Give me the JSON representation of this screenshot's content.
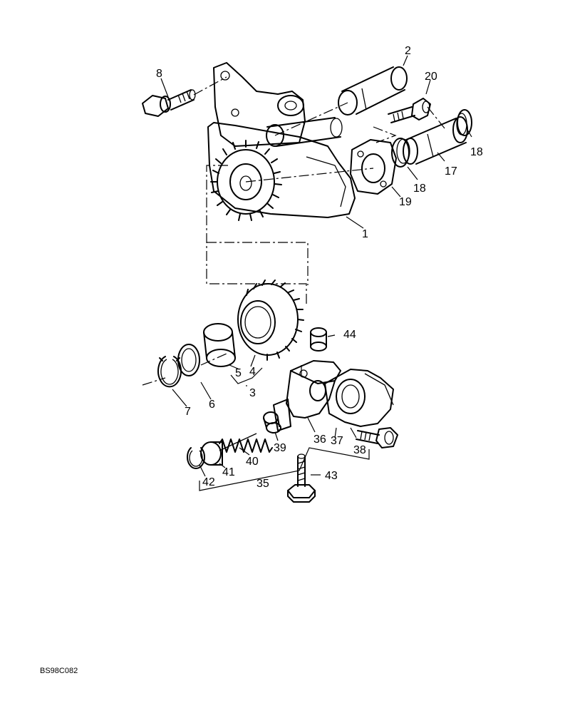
{
  "drawing_code": "BS98C082",
  "callouts": {
    "c1": "1",
    "c2": "2",
    "c3": "3",
    "c4": "4",
    "c5": "5",
    "c6": "6",
    "c7": "7",
    "c8": "8",
    "c17": "17",
    "c18a": "18",
    "c18b": "18",
    "c19": "19",
    "c20": "20",
    "c35": "35",
    "c36": "36",
    "c37": "37",
    "c38": "38",
    "c39": "39",
    "c40": "40",
    "c41": "41",
    "c42": "42",
    "c43": "43",
    "c44": "44"
  }
}
